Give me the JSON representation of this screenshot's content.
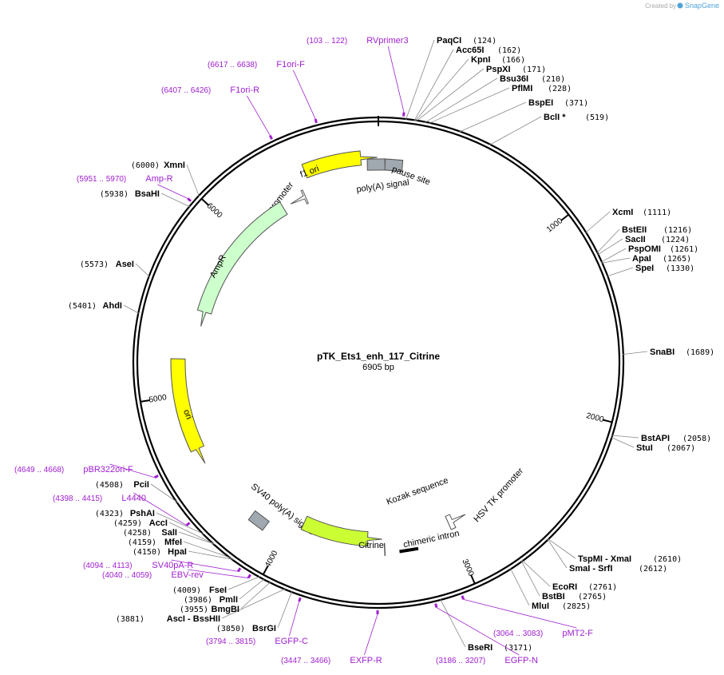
{
  "credit": {
    "prefix": "Created by",
    "brand": "SnapGene"
  },
  "plasmid": {
    "name": "pTK_Ets1_enh_117_Citrine",
    "size": "6905 bp"
  },
  "ticks": [
    {
      "label": "1000",
      "bp": 1000
    },
    {
      "label": "2000",
      "bp": 2000
    },
    {
      "label": "3000",
      "bp": 3000
    },
    {
      "label": "4000",
      "bp": 4000
    },
    {
      "label": "5000",
      "bp": 5000
    },
    {
      "label": "6000",
      "bp": 6000
    }
  ],
  "features": [
    {
      "name": "f1 ori",
      "type": "arrow",
      "color": "#ffff00",
      "start": 6500,
      "end": 6900,
      "dir": 1
    },
    {
      "name": "AmpR promoter",
      "type": "arrow",
      "color": "#ffffff",
      "start": 6350,
      "end": 6450,
      "dir": -1
    },
    {
      "name": "AmpR",
      "type": "arrow",
      "color": "#ccffcc",
      "start": 5400,
      "end": 6300,
      "dir": -1
    },
    {
      "name": "ori",
      "type": "arrow",
      "color": "#ffff00",
      "start": 4600,
      "end": 5200,
      "dir": -1
    },
    {
      "name": "SV40 poly(A) signal",
      "type": "box",
      "color": "#a0a8b0",
      "start": 4120,
      "end": 4210
    },
    {
      "name": "Citrine",
      "type": "arrow",
      "color": "#ccff33",
      "start": 3430,
      "end": 3930,
      "dir": -1
    },
    {
      "name": "chimeric intron",
      "type": "bar",
      "color": "#000000",
      "start": 3220,
      "end": 3330
    },
    {
      "name": "HSV TK promoter",
      "type": "arrow",
      "color": "#ffffff",
      "start": 2880,
      "end": 3000,
      "dir": -1
    },
    {
      "name": "Kozak sequence",
      "type": "line",
      "color": "#000000",
      "start": 3415,
      "end": 3425
    },
    {
      "name": "pause site",
      "type": "box",
      "color": "#a0a8b0",
      "start": 30,
      "end": 140
    },
    {
      "name": "poly(A) signal",
      "type": "box",
      "color": "#a0a8b0",
      "start": 6880,
      "end": 6905
    }
  ],
  "enzymes": [
    {
      "name": "PaqCI",
      "pos": "(124)",
      "bp": 124
    },
    {
      "name": "Acc65I",
      "pos": "(162)",
      "bp": 162
    },
    {
      "name": "KpnI",
      "pos": "(166)",
      "bp": 166
    },
    {
      "name": "PspXI",
      "pos": "(171)",
      "bp": 171
    },
    {
      "name": "Bsu36I",
      "pos": "(210)",
      "bp": 210
    },
    {
      "name": "PflMI",
      "pos": "(228)",
      "bp": 228
    },
    {
      "name": "BspEI",
      "pos": "(371)",
      "bp": 371
    },
    {
      "name": "BclI *",
      "pos": "(519)",
      "bp": 519
    },
    {
      "name": "XcmI",
      "pos": "(1111)",
      "bp": 1111
    },
    {
      "name": "BstEII",
      "pos": "(1216)",
      "bp": 1216
    },
    {
      "name": "SacII",
      "pos": "(1224)",
      "bp": 1224
    },
    {
      "name": "PspOMI",
      "pos": "(1261)",
      "bp": 1261
    },
    {
      "name": "ApaI",
      "pos": "(1265)",
      "bp": 1265
    },
    {
      "name": "SpeI",
      "pos": "(1330)",
      "bp": 1330
    },
    {
      "name": "SnaBI",
      "pos": "(1689)",
      "bp": 1689
    },
    {
      "name": "BstAPI",
      "pos": "(2058)",
      "bp": 2058
    },
    {
      "name": "StuI",
      "pos": "(2067)",
      "bp": 2067
    },
    {
      "name": "TspMI - XmaI",
      "pos": "(2610)",
      "bp": 2610
    },
    {
      "name": "SmaI - SrfI",
      "pos": "(2612)",
      "bp": 2612
    },
    {
      "name": "EcoRI",
      "pos": "(2761)",
      "bp": 2761
    },
    {
      "name": "BstBI",
      "pos": "(2765)",
      "bp": 2765
    },
    {
      "name": "MluI",
      "pos": "(2825)",
      "bp": 2825
    },
    {
      "name": "BseRI",
      "pos": "(3171)",
      "bp": 3171
    },
    {
      "name": "BsrGI",
      "pos": "(3850)",
      "bp": 3850
    },
    {
      "name": "AscI - BssHII",
      "pos": "(3881)",
      "bp": 3881
    },
    {
      "name": "BmgBI",
      "pos": "(3955)",
      "bp": 3955
    },
    {
      "name": "PmlI",
      "pos": "(3986)",
      "bp": 3986
    },
    {
      "name": "FseI",
      "pos": "(4009)",
      "bp": 4009
    },
    {
      "name": "HpaI",
      "pos": "(4150)",
      "bp": 4150
    },
    {
      "name": "MfeI",
      "pos": "(4159)",
      "bp": 4159
    },
    {
      "name": "SalI",
      "pos": "(4258)",
      "bp": 4258
    },
    {
      "name": "AccI",
      "pos": "(4259)",
      "bp": 4259
    },
    {
      "name": "PshAI",
      "pos": "(4323)",
      "bp": 4323
    },
    {
      "name": "PciI",
      "pos": "(4508)",
      "bp": 4508
    },
    {
      "name": "AhdI",
      "pos": "(5401)",
      "bp": 5401
    },
    {
      "name": "AseI",
      "pos": "(5573)",
      "bp": 5573
    },
    {
      "name": "BsaHI",
      "pos": "(5938)",
      "bp": 5938
    },
    {
      "name": "XmnI",
      "pos": "(6000)",
      "bp": 6000
    }
  ],
  "primers": [
    {
      "name": "RVprimer3",
      "pos": "(103 .. 122)",
      "bp": 112
    },
    {
      "name": "F1ori-F",
      "pos": "(6617 .. 6638)",
      "bp": 6627
    },
    {
      "name": "F1ori-R",
      "pos": "(6407 .. 6426)",
      "bp": 6416
    },
    {
      "name": "Amp-R",
      "pos": "(5951 .. 5970)",
      "bp": 5960
    },
    {
      "name": "pBR322ori-F",
      "pos": "(4649 .. 4668)",
      "bp": 4658
    },
    {
      "name": "L4440",
      "pos": "(4398 .. 4415)",
      "bp": 4406
    },
    {
      "name": "SV40pA-R",
      "pos": "(4094 .. 4113)",
      "bp": 4103
    },
    {
      "name": "EBV-rev",
      "pos": "(4040 .. 4059)",
      "bp": 4050
    },
    {
      "name": "EGFP-C",
      "pos": "(3794 .. 3815)",
      "bp": 3805
    },
    {
      "name": "EXFP-R",
      "pos": "(3447 .. 3466)",
      "bp": 3456
    },
    {
      "name": "EGFP-N",
      "pos": "(3186 .. 3207)",
      "bp": 3196
    },
    {
      "name": "pMT2-F",
      "pos": "(3064 .. 3083)",
      "bp": 3073
    }
  ]
}
